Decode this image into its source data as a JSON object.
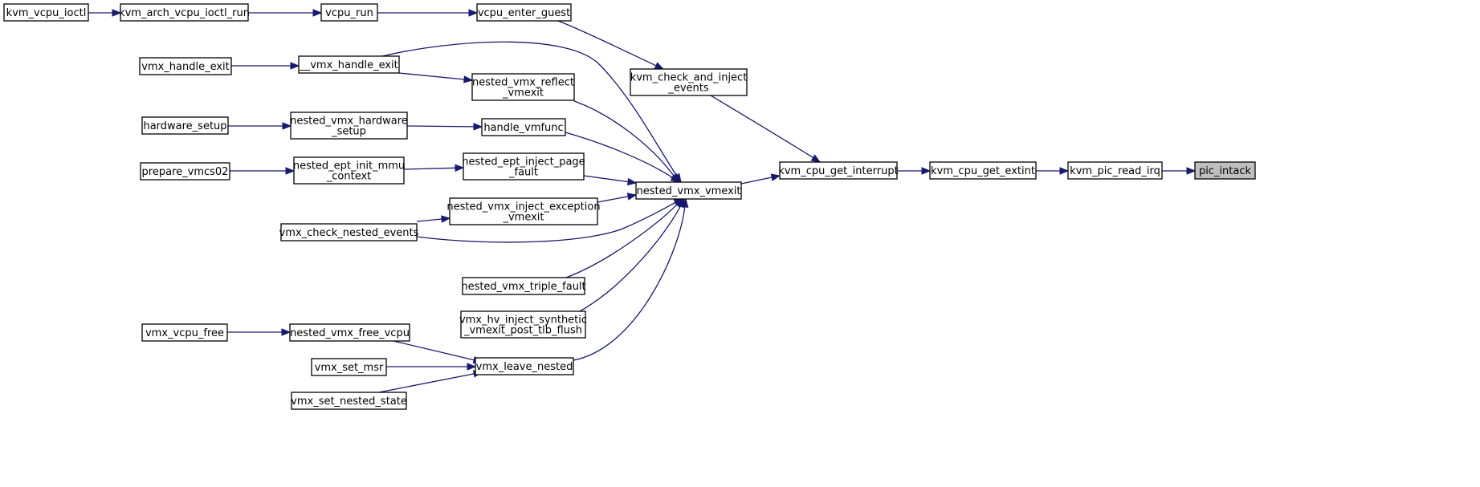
{
  "nodes": {
    "n1": {
      "lines": [
        "kvm_vcpu_ioctl"
      ]
    },
    "n2": {
      "lines": [
        "kvm_arch_vcpu_ioctl_run"
      ]
    },
    "n3": {
      "lines": [
        "vcpu_run"
      ]
    },
    "n4": {
      "lines": [
        "vcpu_enter_guest"
      ]
    },
    "n5": {
      "lines": [
        "kvm_check_and_inject",
        "_events"
      ]
    },
    "n6": {
      "lines": [
        "vmx_handle_exit"
      ]
    },
    "n7": {
      "lines": [
        "__vmx_handle_exit"
      ]
    },
    "n8": {
      "lines": [
        "nested_vmx_reflect",
        "_vmexit"
      ]
    },
    "n9": {
      "lines": [
        "hardware_setup"
      ]
    },
    "n10": {
      "lines": [
        "nested_vmx_hardware",
        "_setup"
      ]
    },
    "n11": {
      "lines": [
        "handle_vmfunc"
      ]
    },
    "n12": {
      "lines": [
        "prepare_vmcs02"
      ]
    },
    "n13": {
      "lines": [
        "nested_ept_init_mmu",
        "_context"
      ]
    },
    "n14": {
      "lines": [
        "nested_ept_inject_page",
        "_fault"
      ]
    },
    "n15": {
      "lines": [
        "nested_vmx_vmexit"
      ]
    },
    "n16": {
      "lines": [
        "kvm_cpu_get_interrupt"
      ]
    },
    "n17": {
      "lines": [
        "kvm_cpu_get_extint"
      ]
    },
    "n18": {
      "lines": [
        "kvm_pic_read_irq"
      ]
    },
    "n19": {
      "lines": [
        "pic_intack"
      ]
    },
    "n20": {
      "lines": [
        "nested_vmx_inject_exception",
        "_vmexit"
      ]
    },
    "n21": {
      "lines": [
        "vmx_check_nested_events"
      ]
    },
    "n22": {
      "lines": [
        "nested_vmx_triple_fault"
      ]
    },
    "n23": {
      "lines": [
        "vmx_hv_inject_synthetic",
        "_vmexit_post_tlb_flush"
      ]
    },
    "n24": {
      "lines": [
        "vmx_vcpu_free"
      ]
    },
    "n25": {
      "lines": [
        "nested_vmx_free_vcpu"
      ]
    },
    "n26": {
      "lines": [
        "vmx_set_msr"
      ]
    },
    "n27": {
      "lines": [
        "vmx_leave_nested"
      ]
    },
    "n28": {
      "lines": [
        "vmx_set_nested_state"
      ]
    }
  },
  "selected_node": "n19",
  "edges": [
    {
      "from": "n1",
      "to": "n2"
    },
    {
      "from": "n2",
      "to": "n3"
    },
    {
      "from": "n3",
      "to": "n4"
    },
    {
      "from": "n4",
      "to": "n5"
    },
    {
      "from": "n5",
      "to": "n16"
    },
    {
      "from": "n16",
      "to": "n17"
    },
    {
      "from": "n17",
      "to": "n18"
    },
    {
      "from": "n18",
      "to": "n19"
    },
    {
      "from": "n15",
      "to": "n16"
    },
    {
      "from": "n6",
      "to": "n7"
    },
    {
      "from": "n7",
      "to": "n8"
    },
    {
      "from": "n7",
      "to": "n15"
    },
    {
      "from": "n8",
      "to": "n15"
    },
    {
      "from": "n9",
      "to": "n10"
    },
    {
      "from": "n10",
      "to": "n11"
    },
    {
      "from": "n11",
      "to": "n15"
    },
    {
      "from": "n12",
      "to": "n13"
    },
    {
      "from": "n13",
      "to": "n14"
    },
    {
      "from": "n14",
      "to": "n15"
    },
    {
      "from": "n20",
      "to": "n15"
    },
    {
      "from": "n21",
      "to": "n20"
    },
    {
      "from": "n21",
      "to": "n15"
    },
    {
      "from": "n22",
      "to": "n15"
    },
    {
      "from": "n23",
      "to": "n15"
    },
    {
      "from": "n27",
      "to": "n15"
    },
    {
      "from": "n24",
      "to": "n25"
    },
    {
      "from": "n25",
      "to": "n27"
    },
    {
      "from": "n26",
      "to": "n27"
    },
    {
      "from": "n28",
      "to": "n27"
    }
  ],
  "colors": {
    "edge": "#191970",
    "node_border": "#000000",
    "node_fill": "#ffffff",
    "selected_fill": "#bfbfbf"
  }
}
